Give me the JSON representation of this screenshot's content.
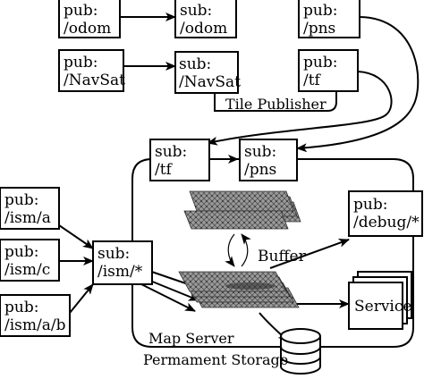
{
  "nodes": {
    "pub_odom": {
      "line1": "pub:",
      "line2": "/odom"
    },
    "sub_odom": {
      "line1": "sub:",
      "line2": "/odom"
    },
    "pub_pns": {
      "line1": "pub:",
      "line2": "/pns"
    },
    "pub_navsat": {
      "line1": "pub:",
      "line2": "/NavSat"
    },
    "sub_navsat": {
      "line1": "sub:",
      "line2": "/NavSat"
    },
    "pub_tf": {
      "line1": "pub:",
      "line2": "/tf"
    },
    "sub_tf": {
      "line1": "sub:",
      "line2": "/tf"
    },
    "sub_pns": {
      "line1": "sub:",
      "line2": "/pns"
    },
    "pub_ism_a": {
      "line1": "pub:",
      "line2": "/ism/a"
    },
    "pub_ism_c": {
      "line1": "pub:",
      "line2": "/ism/c"
    },
    "pub_ism_ab": {
      "line1": "pub:",
      "line2": "/ism/a/b"
    },
    "sub_ism": {
      "line1": "sub:",
      "line2": "/ism/*"
    },
    "pub_debug": {
      "line1": "pub:",
      "line2": "/debug/*"
    },
    "service": {
      "label": "Service"
    }
  },
  "labels": {
    "tile_publisher": "Tile Publisher",
    "buffer": "Buffer",
    "map_server": "Map Server",
    "permanent_storage": "Permament Storage"
  }
}
